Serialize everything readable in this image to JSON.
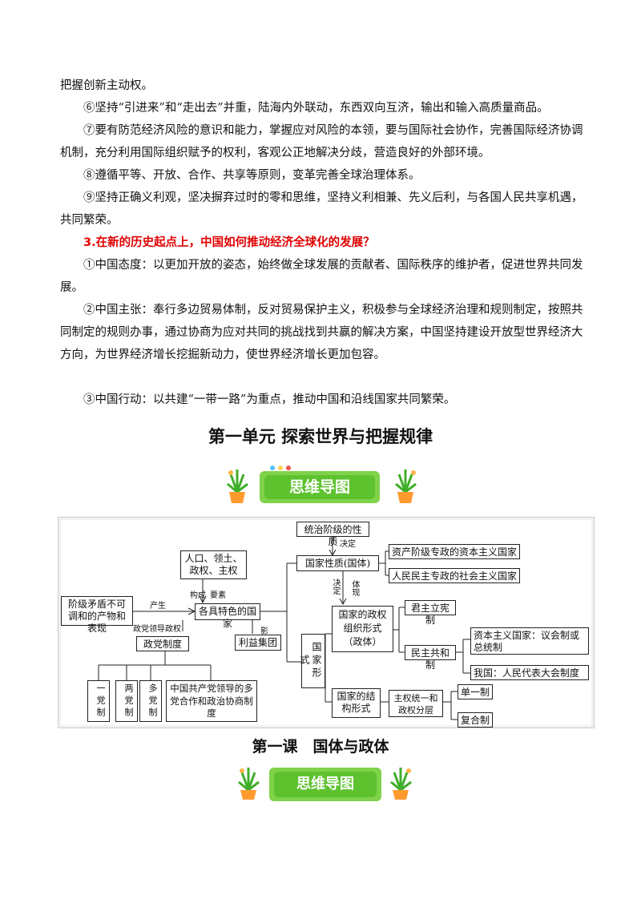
{
  "text": {
    "p0": "把握创新主动权。",
    "p6": "⑥坚持“引进来”和“走出去”并重，陆海内外联动，东西双向互济，输出和输入高质量商品。",
    "p7": "⑦要有防范经济风险的意识和能力，掌握应对风险的本领，要与国际社会协作，完善国际经济协调机制，充分利用国际组织赋予的权利，客观公正地解决分歧，营造良好的外部环境。",
    "p8": "⑧遵循平等、开放、合作、共享等原则，变革完善全球治理体系。",
    "p9": "⑨坚持正确义利观，坚决摒弃过时的零和思维，坚持义利相兼、先义后利，与各国人民共享机遇，共同繁荣。",
    "q3": "3.在新的历史起点上，中国如何推动经济全球化的发展？",
    "a1": "①中国态度：以更加开放的姿态，始终做全球发展的贡献者、国际秩序的维护者，促进世界共同发展。",
    "a2": "②中国主张：奉行多边贸易体制，反对贸易保护主义，积极参与全球经济治理和规则制定，按照共同制定的规则办事，通过协商为应对共同的挑战找到共赢的解决方案，中国坚持建设开放型世界经济大方向，为世界经济增长挖掘新动力，使世界经济增长更加包容。",
    "a3": "③中国行动：以共建“一带一路”为重点，推动中国和沿线国家共同繁荣。"
  },
  "unit_title": "第一单元 探索世界与把握规律",
  "badge_label": "思维导图",
  "lesson_title": "第一课　国体与政体",
  "diagram": {
    "b_class_nature": "统治阶级的性质",
    "b_state_nature": "国家性质(国体)",
    "b_capitalist": "资产阶级专政的资本主义国家",
    "b_socialist": "人民民主专政的社会主义国家",
    "b_elements": "人口、领土、政权、主权",
    "b_contradiction": "阶级矛盾不可调和的产物和表现",
    "b_countries": "各具特色的国家",
    "b_party_system": "政党制度",
    "b_interest": "利益集团",
    "b_form": "国家形式",
    "b_regime": "国家的政权组织形式（政体）",
    "b_monarchy": "君主立宪制",
    "b_republic": "民主共和制",
    "b_cap_republic": "资本主义国家：议会制或总统制",
    "b_china_republic": "我国：人民代表大会制度",
    "b_structure": "国家的结构形式",
    "b_sovereignty": "主权统一和政权分层",
    "b_unitary": "单一制",
    "b_federal": "复合制",
    "b_one_party": "一党制",
    "b_two_party": "两党制",
    "b_multi_party": "多党制",
    "b_cpc": "中国共产党领导的多党合作和政治协商制度",
    "l_decide": "决定",
    "l_decide2": "决定",
    "l_embody": "体现",
    "l_produce": "产生",
    "l_compose": "构成",
    "l_element": "要素",
    "l_lead": "政党领导政权",
    "l_influence": "影响"
  }
}
